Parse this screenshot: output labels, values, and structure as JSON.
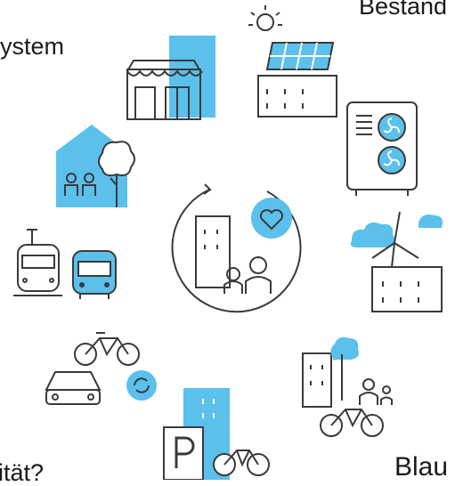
{
  "texts": {
    "top_right": "Bestand",
    "top_left": "ystem",
    "bottom_left": "ität?",
    "bottom_right": "Blau"
  },
  "colors": {
    "accent": "#5bc0eb",
    "line": "#3a3a3a"
  },
  "icons": [
    "shop-building-icon",
    "solar-panel-building-icon",
    "heat-pump-icon",
    "family-house-tree-icon",
    "community-cycle-heart-icon",
    "wind-turbine-building-icon",
    "tram-bus-icon",
    "bicycle-car-sharing-icon",
    "green-city-cyclist-icon",
    "parking-bike-icon"
  ]
}
